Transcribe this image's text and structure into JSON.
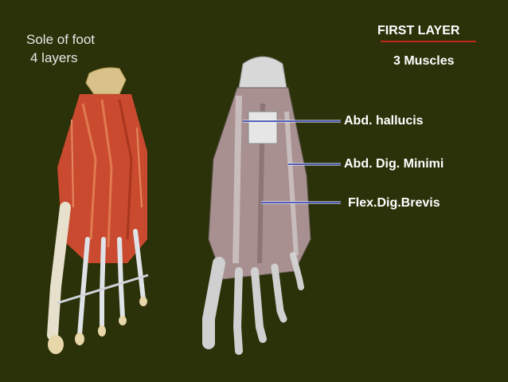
{
  "slide": {
    "subtitle_line1": "Sole of foot",
    "subtitle_line2": "4 layers",
    "layer_title": "FIRST LAYER",
    "muscle_count": "3 Muscles",
    "labels": [
      "Abd. hallucis",
      "Abd. Dig. Minimi",
      "Flex.Dig.Brevis"
    ]
  },
  "colors": {
    "background": "#2b3108",
    "title_underline": "#c0281c",
    "leader_line": "#1a2aa0",
    "muscle_red": "#c94a2e",
    "bone": "#e8e2cf"
  }
}
